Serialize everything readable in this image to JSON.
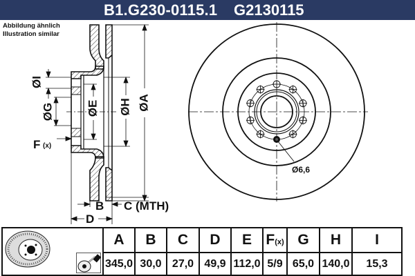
{
  "header": {
    "part_number": "B1.G230-0115.1",
    "ref_number": "G2130115",
    "background_color": "#2a3a63"
  },
  "notes": {
    "line1": "Abbildung ähnlich",
    "line2": "Illustration similar"
  },
  "drawing": {
    "side_view_labels": {
      "I": "ØI",
      "G": "ØG",
      "E": "ØE",
      "H": "ØH",
      "A": "ØA",
      "F": "F",
      "F_sub": "(x)",
      "B": "B",
      "C": "C (MTH)",
      "D": "D"
    },
    "front_view": {
      "hole_label": "Ø6,6",
      "bolt_holes": 10
    }
  },
  "table": {
    "icons": [
      "brake-disc-icon",
      "spray-coating-icon"
    ],
    "columns": [
      {
        "label": "A",
        "value": "345,0"
      },
      {
        "label": "B",
        "value": "30,0"
      },
      {
        "label": "C",
        "value": "27,0"
      },
      {
        "label": "D",
        "value": "49,9"
      },
      {
        "label": "E",
        "value": "112,0"
      },
      {
        "label": "F",
        "label_sub": "(x)",
        "value": "5/9"
      },
      {
        "label": "G",
        "value": "65,0"
      },
      {
        "label": "H",
        "value": "140,0"
      },
      {
        "label": "I",
        "value": "15,3"
      }
    ]
  }
}
